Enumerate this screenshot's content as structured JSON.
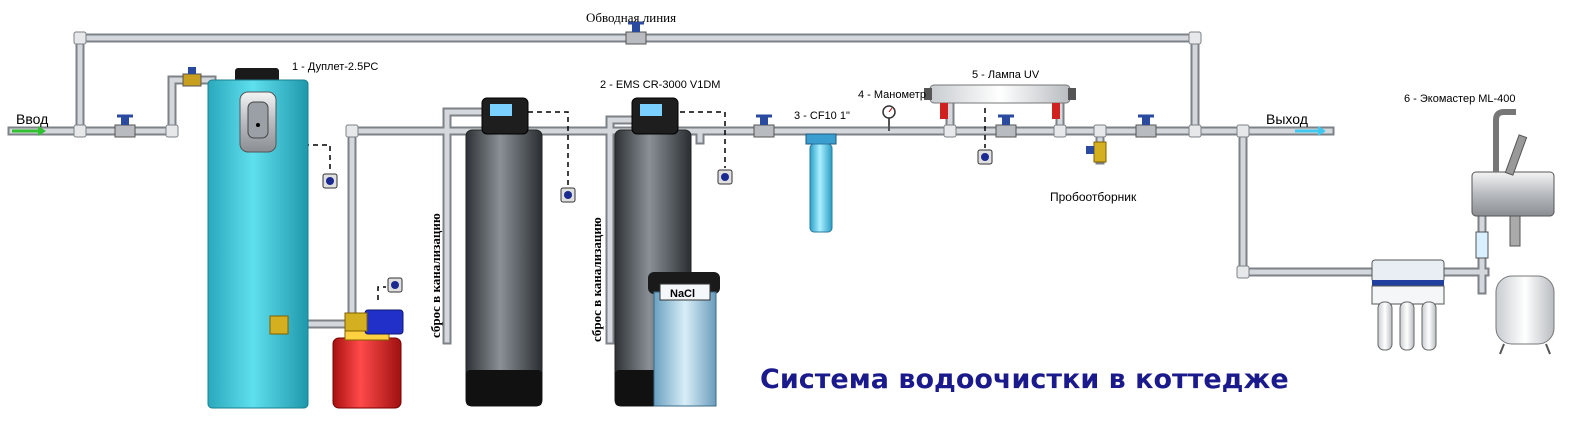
{
  "diagram": {
    "title": "Система водоочистки в коттедже",
    "labels": {
      "inlet": "Ввод",
      "outlet": "Выход",
      "bypass": "Обводная линия",
      "item1": "1 - Дуплет-2.5РС",
      "item2": "2 - EMS CR-3000 V1DM",
      "item3": "3 - CF10 1\"",
      "item4": "4 - Манометр",
      "item5": "5 - Лампа UV",
      "item6": "6 - Экомастер ML-400",
      "sampler": "Пробоотборник",
      "drain1": "сброс в канализацию",
      "drain2": "сброс в канализацию",
      "salt": "NaCl"
    },
    "colors": {
      "pipe": "#c8ccd0",
      "pipe_edge": "#7c8288",
      "tank_cyan": "#3ec6d6",
      "tank_dark": "#4a4e52",
      "pump_red": "#e02020",
      "motor_blue": "#2030c8",
      "filter_blue": "#56c8e8",
      "title": "#1a1a8c"
    }
  }
}
